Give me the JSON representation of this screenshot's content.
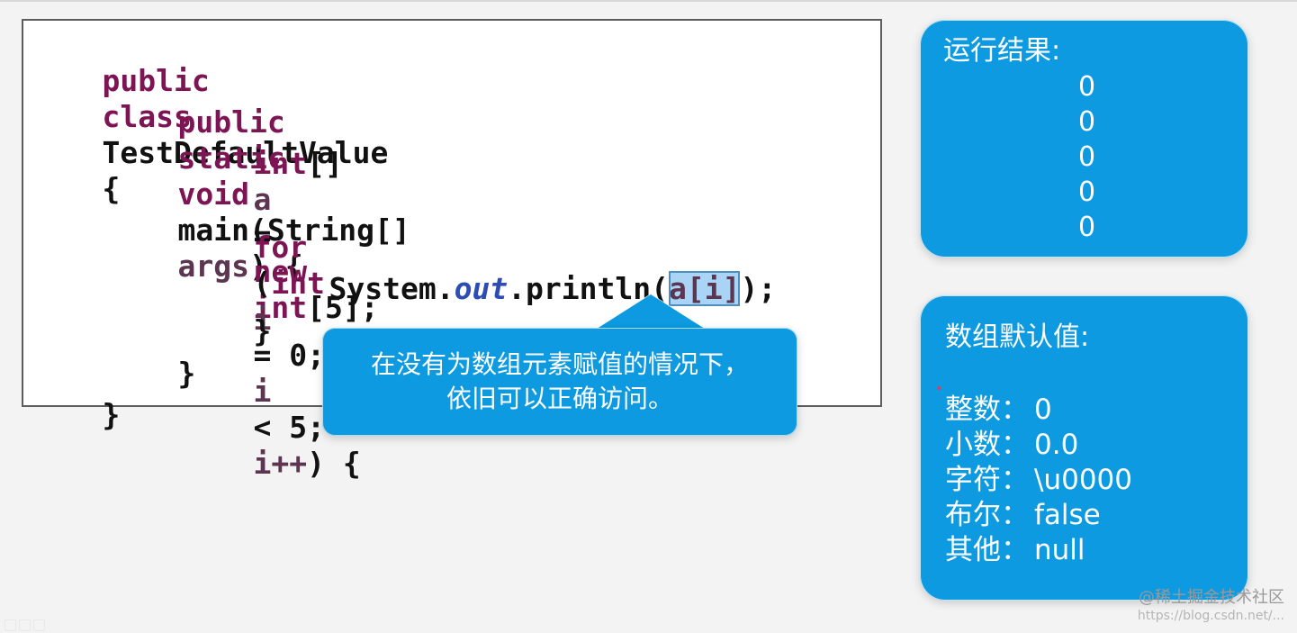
{
  "code": {
    "line1": {
      "kw1": "public",
      "kw2": "class",
      "name": "TestDefaultValue",
      "brace": "{"
    },
    "line2": {
      "kw1": "public",
      "kw2": "static",
      "kw3": "void",
      "name": "main(String[]",
      "args": "args",
      "brace": ") {"
    },
    "line3": {
      "kw1": "int",
      "text": "[]",
      "var": "a",
      "assign": "=",
      "kw2": "new",
      "kw3": "int",
      "rest": "[5];"
    },
    "line5": {
      "kw1": "for",
      "paren": "(",
      "kw2": "int",
      "var1": "i",
      "expr1": "= 0;",
      "var2": "i",
      "expr2": "< 5;",
      "var3": "i++",
      "end": ") {"
    },
    "line6": {
      "start": "System.",
      "out": "out",
      "mid": ".println(",
      "highlight": "a[i]",
      "end": ");"
    },
    "line7": "}",
    "line8": "}",
    "line9": "}"
  },
  "callout": {
    "line1": "在没有为数组元素赋值的情况下，",
    "line2": "依旧可以正确访问。"
  },
  "results": {
    "title": "运行结果:",
    "items": [
      "0",
      "0",
      "0",
      "0",
      "0"
    ]
  },
  "defaults": {
    "title": "数组默认值:",
    "rows": [
      {
        "label": "整数",
        "sep": "：",
        "value": "0"
      },
      {
        "label": "小数",
        "sep": "：",
        "value": "0.0"
      },
      {
        "label": "字符",
        "sep": "：",
        "value": "\\u0000"
      },
      {
        "label": "布尔",
        "sep": "：",
        "value": "false"
      },
      {
        "label": "其他",
        "sep": "：",
        "value": "null"
      }
    ]
  },
  "watermark": {
    "line1": "@稀土掘金技术社区",
    "line2": "https://blog.csdn.net/..."
  }
}
